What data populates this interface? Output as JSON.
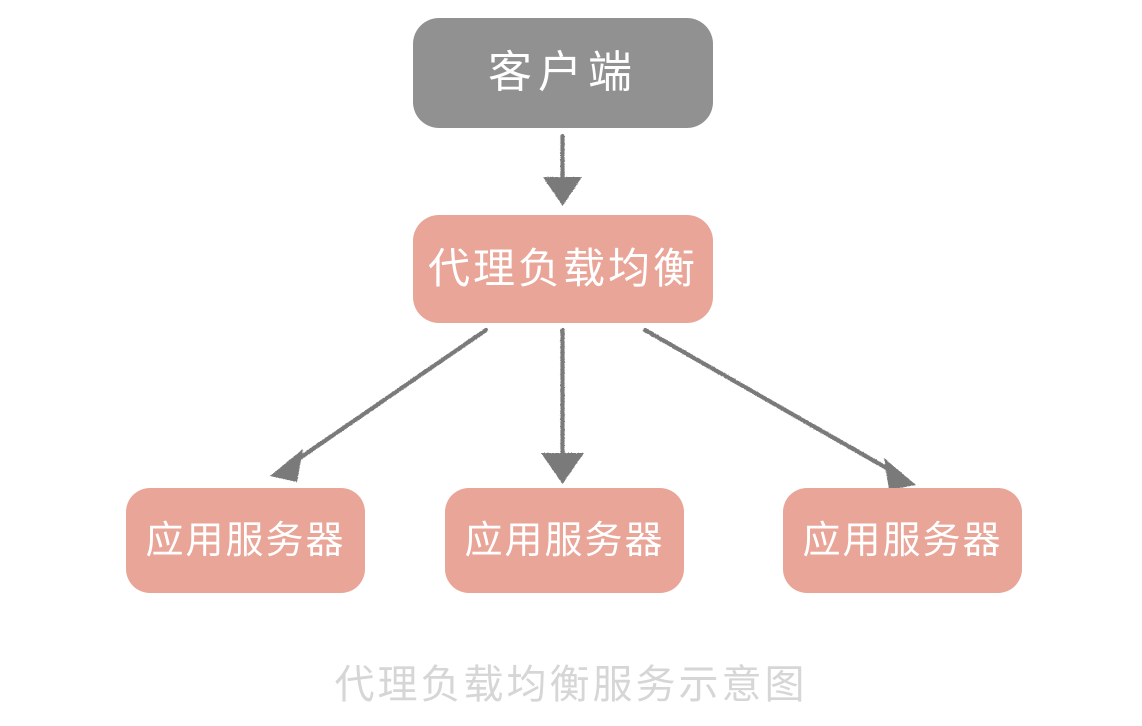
{
  "diagram": {
    "caption": "代理负载均衡服务示意图",
    "caption_color": "#d6d6d6",
    "background_color": "#ffffff",
    "nodes": [
      {
        "id": "client",
        "label": "客户端",
        "fill_color": "#919191",
        "text_color": "#ffffff",
        "role": "client"
      },
      {
        "id": "loadbalancer",
        "label": "代理负载均衡",
        "fill_color": "#e8a598",
        "text_color": "#ffffff",
        "role": "proxy-load-balancer"
      },
      {
        "id": "appserver-1",
        "label": "应用服务器",
        "fill_color": "#e8a598",
        "text_color": "#ffffff",
        "role": "application-server"
      },
      {
        "id": "appserver-2",
        "label": "应用服务器",
        "fill_color": "#e8a598",
        "text_color": "#ffffff",
        "role": "application-server"
      },
      {
        "id": "appserver-3",
        "label": "应用服务器",
        "fill_color": "#e8a598",
        "text_color": "#ffffff",
        "role": "application-server"
      }
    ],
    "connectors": [
      {
        "id": "client-to-loadbalancer",
        "from": "client",
        "to": "loadbalancer",
        "color": "#7a7a7a",
        "style": "hand-drawn-arrow"
      },
      {
        "id": "loadbalancer-to-appserver-1",
        "from": "loadbalancer",
        "to": "appserver-1",
        "color": "#7a7a7a",
        "style": "hand-drawn-arrow"
      },
      {
        "id": "loadbalancer-to-appserver-2",
        "from": "loadbalancer",
        "to": "appserver-2",
        "color": "#7a7a7a",
        "style": "hand-drawn-arrow"
      },
      {
        "id": "loadbalancer-to-appserver-3",
        "from": "loadbalancer",
        "to": "appserver-3",
        "color": "#7a7a7a",
        "style": "hand-drawn-arrow"
      }
    ]
  }
}
